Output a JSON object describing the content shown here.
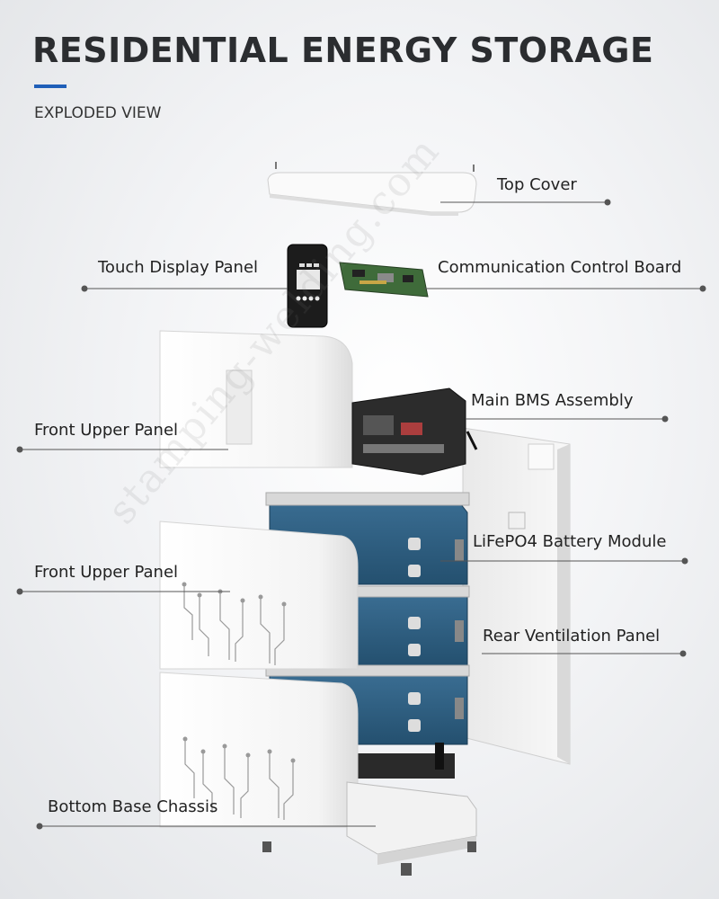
{
  "header": {
    "title": "RESIDENTIAL ENERGY STORAGE",
    "subtitle": "EXPLODED VIEW"
  },
  "labels": {
    "top_cover": "Top Cover",
    "touch_display_panel": "Touch Display Panel",
    "communication_control_board": "Communication Control Board",
    "main_bms_assembly": "Main BMS Assembly",
    "front_upper_panel_1": "Front Upper Panel",
    "lifepo4_battery_module": "LiFePO4 Battery Module",
    "front_upper_panel_2": "Front Upper Panel",
    "rear_ventilation_panel": "Rear Ventilation Panel",
    "bottom_base_chassis": "Bottom Base Chassis"
  },
  "watermark": "stamping-welding.com",
  "colors": {
    "accent_bar": "#1f5fb8",
    "battery_blue": "#2f5f82",
    "panel_white": "#f7f7f7",
    "leader_line": "#555555"
  }
}
